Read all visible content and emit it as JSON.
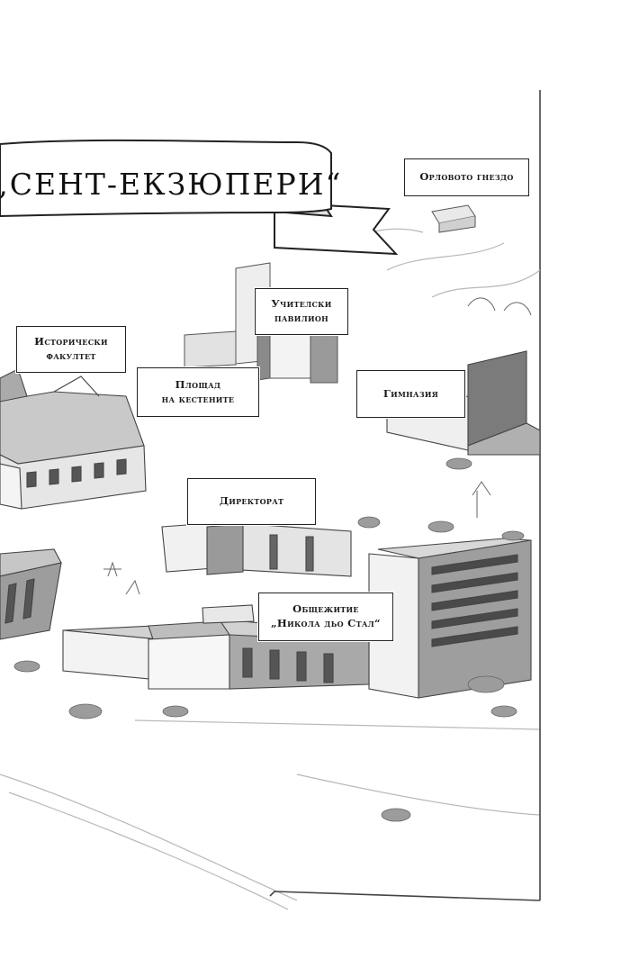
{
  "title": "„СЕНТ-ЕКЗЮПЕРИ“",
  "locations": [
    {
      "id": "eagles-nest",
      "label": "Орловото гнездо"
    },
    {
      "id": "teachers-pavilion",
      "label": "Учителски\nпавилион"
    },
    {
      "id": "history-faculty",
      "label": "Исторически\nфакултет"
    },
    {
      "id": "chestnut-square",
      "label": "Площад\nна кестените"
    },
    {
      "id": "gymnasium",
      "label": "Гимназия"
    },
    {
      "id": "directorate",
      "label": "Директорат"
    },
    {
      "id": "dormitory",
      "label": "Общежитие\n„Никола дьо Стал“"
    }
  ]
}
